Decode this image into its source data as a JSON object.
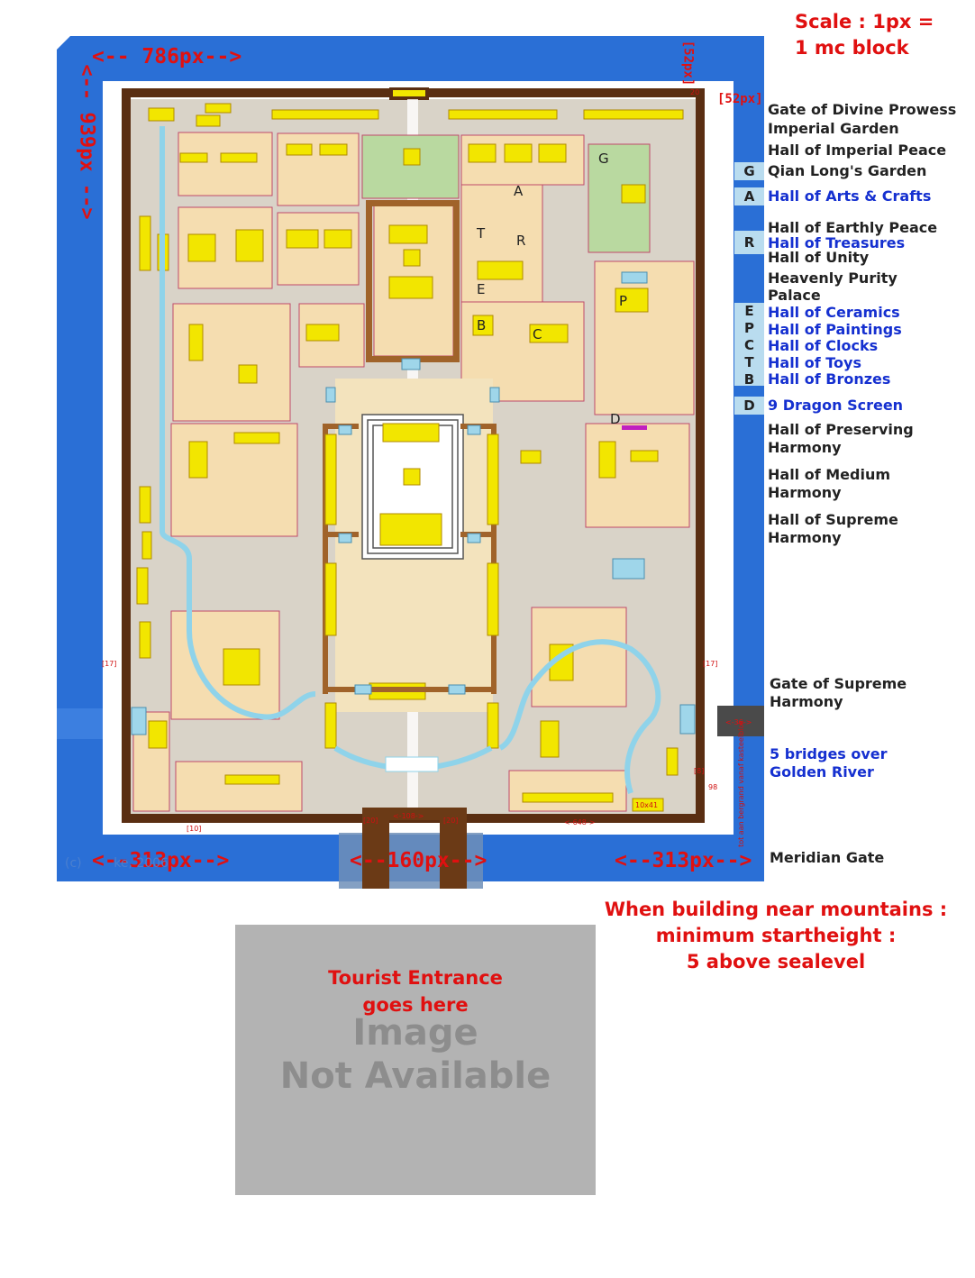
{
  "scale_note": [
    "Scale : 1px =",
    "1 mc block"
  ],
  "dimensions": {
    "top_width": "<-- 786px-->",
    "left_height": "<-- 939px -->",
    "top_right_52": "[52px]",
    "right_52": "[52px]",
    "bottom_left": "<--313px-->",
    "bottom_center": "<--160px-->",
    "bottom_right": "<--313px-->",
    "side_17_left": "[17]",
    "side_17_right": "[17]",
    "bottom_10": "[10]",
    "gate_20_left": "[20]",
    "gate_20_right": "[20]",
    "gate_108": "<-108->",
    "bottom_648": "<-648->",
    "small_10x41": "10x41",
    "top_20": "20",
    "right_8": "[8]",
    "num_98": "98",
    "gate_36": "<-36->",
    "vert_note": "tot aan bergrand vanaf kasteelblok"
  },
  "copyright": "(c)        ke, 2006",
  "legend": [
    {
      "key": "",
      "label": "Gate of Divine Prowess",
      "color": "black"
    },
    {
      "key": "",
      "label": "Imperial Garden",
      "color": "black"
    },
    {
      "key": "",
      "label": "Hall of Imperial Peace",
      "color": "black"
    },
    {
      "key": "G",
      "label": "Qian Long's Garden",
      "color": "black"
    },
    {
      "key": "A",
      "label": "Hall of Arts & Crafts",
      "color": "blue"
    },
    {
      "key": "",
      "label": "Hall of Earthly Peace",
      "color": "black"
    },
    {
      "key": "R",
      "label": "Hall of Treasures",
      "color": "blue"
    },
    {
      "key": "",
      "label": "Hall of Unity",
      "color": "black"
    },
    {
      "key": "",
      "label": "Heavenly Purity",
      "color": "black"
    },
    {
      "key": "",
      "label": "Palace",
      "color": "black"
    },
    {
      "key": "E",
      "label": "Hall of Ceramics",
      "color": "blue"
    },
    {
      "key": "P",
      "label": "Hall of Paintings",
      "color": "blue"
    },
    {
      "key": "C",
      "label": "Hall of Clocks",
      "color": "blue"
    },
    {
      "key": "T",
      "label": "Hall of Toys",
      "color": "blue"
    },
    {
      "key": "B",
      "label": "Hall of Bronzes",
      "color": "blue"
    },
    {
      "key": "D",
      "label": "9 Dragon Screen",
      "color": "blue"
    },
    {
      "key": "",
      "label": "Hall of Preserving",
      "color": "black"
    },
    {
      "key": "",
      "label": "Harmony",
      "color": "black"
    },
    {
      "key": "",
      "label": "Hall of Medium",
      "color": "black"
    },
    {
      "key": "",
      "label": "Harmony",
      "color": "black"
    },
    {
      "key": "",
      "label": "Hall of Supreme",
      "color": "black"
    },
    {
      "key": "",
      "label": "Harmony",
      "color": "black"
    },
    {
      "key": "",
      "label": "Gate of Supreme",
      "color": "black"
    },
    {
      "key": "",
      "label": "Harmony",
      "color": "black"
    },
    {
      "key": "",
      "label": "5 bridges over",
      "color": "blue"
    },
    {
      "key": "",
      "label": "Golden River",
      "color": "blue"
    },
    {
      "key": "",
      "label": "Meridian Gate",
      "color": "black"
    }
  ],
  "map_letters": [
    "A",
    "T",
    "R",
    "E",
    "B",
    "C",
    "G",
    "P",
    "D"
  ],
  "mountain_note": [
    "When building near mountains :",
    "minimum startheight :",
    "5 above sealevel"
  ],
  "placeholder": {
    "note": [
      "Tourist Entrance",
      "goes here"
    ],
    "image_text": [
      "Image",
      "Not Available"
    ]
  },
  "colors": {
    "blue_frame": "#2a6fd6",
    "wall": "#5a2e12",
    "ground": "#d9d3c8",
    "building": "#f5ddb0",
    "roof": "#f2e600",
    "garden": "#b9d9a0",
    "water": "#8fd3ea"
  }
}
